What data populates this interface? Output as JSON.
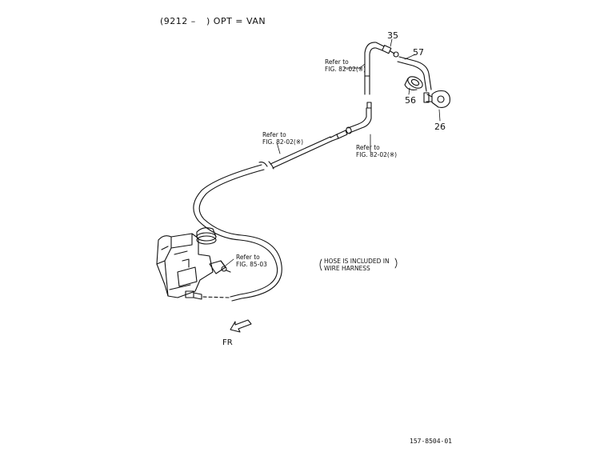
{
  "header": {
    "code_prefix": "(9212 –",
    "option": ")  OPT = VAN"
  },
  "callouts": [
    "35",
    "57",
    "56",
    "26"
  ],
  "references": [
    {
      "line1": "Refer to",
      "line2": "FIG. 82-02(※)"
    },
    {
      "line1": "Refer to",
      "line2": "FIG. 82-02(※)"
    },
    {
      "line1": "Refer to",
      "line2": "FIG. 82-02(※)"
    },
    {
      "line1": "Refer to",
      "line2": "FIG. 85-03"
    }
  ],
  "note": {
    "line1": "HOSE IS INCLUDED IN",
    "line2": "WIRE HARNESS"
  },
  "direction_label": "FR",
  "figure_code": "157-8504-01"
}
